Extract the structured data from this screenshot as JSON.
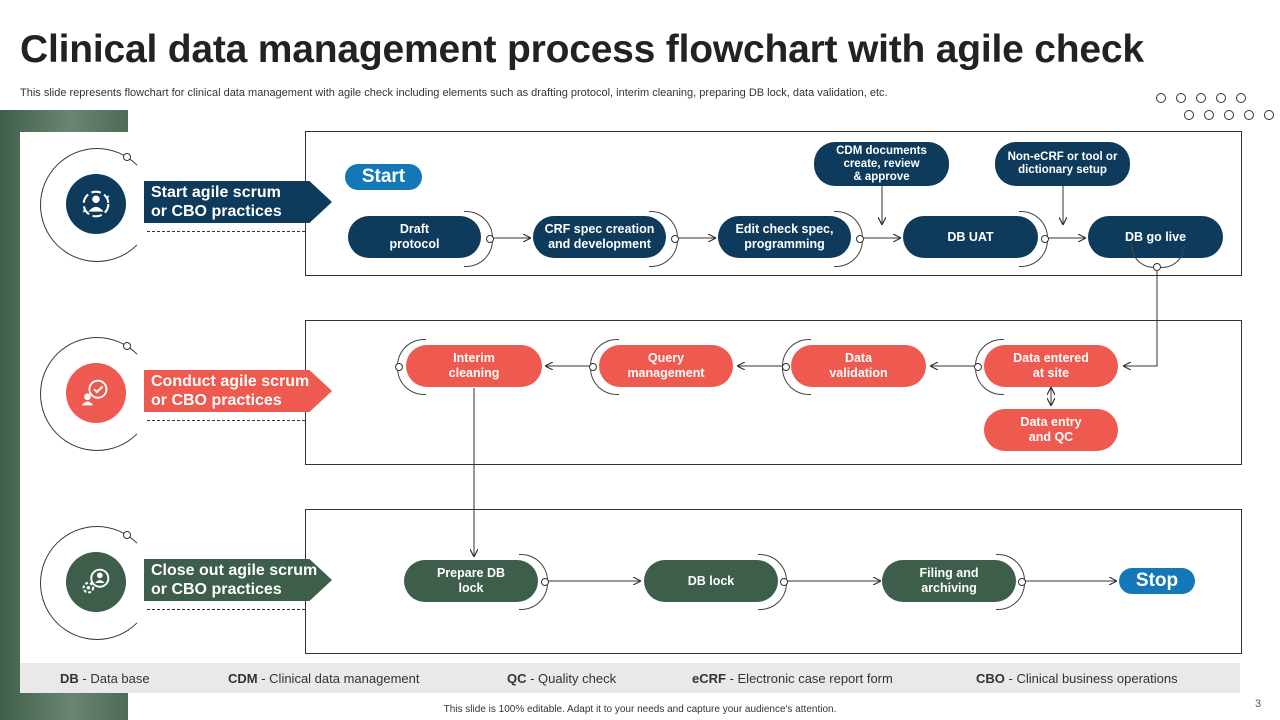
{
  "slide": {
    "title": "Clinical data management process flowchart with agile check",
    "subtitle": "This slide represents flowchart for clinical data management with agile check including elements such as drafting protocol, interim cleaning, preparing DB lock, data validation, etc.",
    "footer": "This slide is 100% editable. Adapt it to your needs and capture your audience's attention.",
    "page_number": "3"
  },
  "colors": {
    "navy": "#0e3a5c",
    "coral": "#ee5a4f",
    "green": "#3d5e4a",
    "start_stop_blue": "#1478b8"
  },
  "phases": [
    {
      "label": "Start agile scrum\nor CBO practices",
      "icon": "agile-people-cycle-icon"
    },
    {
      "label": "Conduct agile scrum\nor CBO practices",
      "icon": "person-checkmark-icon"
    },
    {
      "label": "Close out agile scrum\nor CBO practices",
      "icon": "person-gear-icon"
    }
  ],
  "row1": {
    "start_label": "Start",
    "steps": [
      "Draft\nprotocol",
      "CRF  spec creation\nand development",
      "Edit check spec,\nprogramming",
      "DB UAT",
      "DB go live"
    ],
    "inputs": [
      "CDM documents\ncreate, review\n& approve",
      "Non-eCRF  or tool or\ndictionary setup"
    ]
  },
  "row2": {
    "steps": [
      "Interim\ncleaning",
      "Query\nmanagement",
      "Data\nvalidation",
      "Data entered\nat site"
    ],
    "sub_step": "Data entry\nand QC"
  },
  "row3": {
    "steps": [
      "Prepare DB\nlock",
      "DB lock",
      "Filing and\narchiving"
    ],
    "stop_label": "Stop"
  },
  "legend": [
    {
      "abbr": "DB",
      "text": " - Data base"
    },
    {
      "abbr": "CDM",
      "text": " - Clinical data management"
    },
    {
      "abbr": "QC",
      "text": " - Quality check"
    },
    {
      "abbr": "eCRF",
      "text": " - Electronic case report form"
    },
    {
      "abbr": "CBO",
      "text": " - Clinical business operations"
    }
  ]
}
